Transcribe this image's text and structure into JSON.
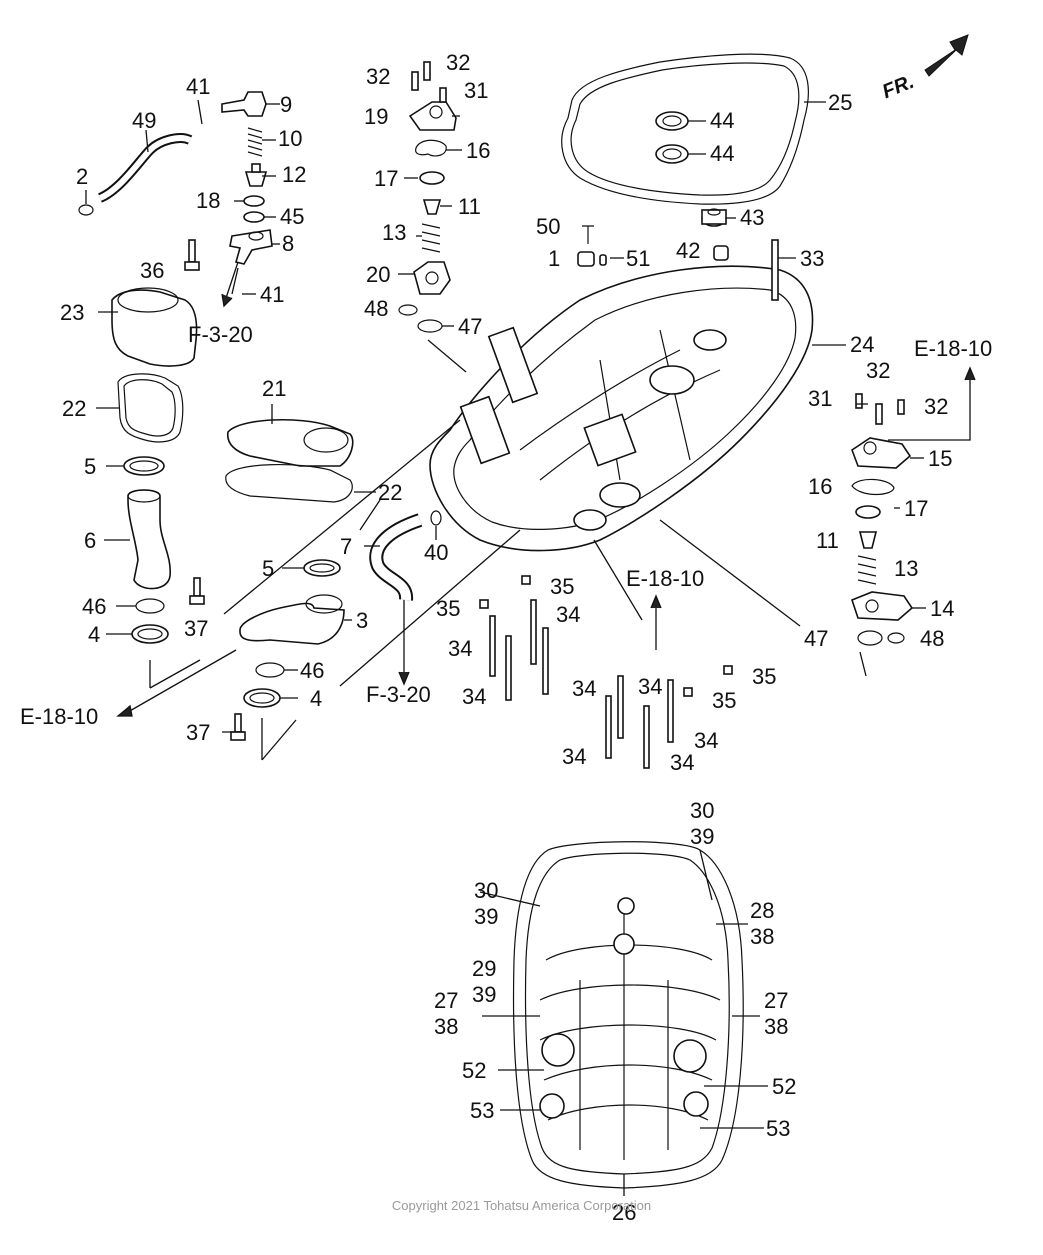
{
  "orientation_mark": "FR.",
  "refs": {
    "e18_10_right": "E-18-10",
    "e18_10_left": "E-18-10",
    "e18_10_center": "E-18-10",
    "f3_20_left": "F-3-20",
    "f3_20_center": "F-3-20"
  },
  "callouts": {
    "p41a": "41",
    "p9": "9",
    "p49": "49",
    "p10": "10",
    "p2": "2",
    "p12": "12",
    "p18": "18",
    "p45": "45",
    "p8": "8",
    "p36": "36",
    "p41b": "41",
    "p23": "23",
    "p22a": "22",
    "p5a": "5",
    "p6": "6",
    "p46a": "46",
    "p4a": "4",
    "p37a": "37",
    "p21": "21",
    "p22b": "22",
    "p5b": "5",
    "p3": "3",
    "p46b": "46",
    "p4b": "4",
    "p37b": "37",
    "p7": "7",
    "p40": "40",
    "p32a": "32",
    "p32b": "32",
    "p31a": "31",
    "p19": "19",
    "p16a": "16",
    "p17a": "17",
    "p11a": "11",
    "p13a": "13",
    "p20": "20",
    "p48a": "48",
    "p47a": "47",
    "p25": "25",
    "p44a": "44",
    "p44b": "44",
    "p43": "43",
    "p50": "50",
    "p1": "1",
    "p51": "51",
    "p42": "42",
    "p33": "33",
    "p24": "24",
    "p31b": "31",
    "p32c": "32",
    "p32d": "32",
    "p15": "15",
    "p16b": "16",
    "p17b": "17",
    "p11b": "11",
    "p13b": "13",
    "p14": "14",
    "p47b": "47",
    "p48b": "48",
    "p35a": "35",
    "p35b": "35",
    "p34a": "34",
    "p34b": "34",
    "p34c": "34",
    "p34d": "34",
    "p34e": "34",
    "p35c": "35",
    "p35d": "35",
    "p34f": "34",
    "p34g": "34",
    "p34h": "34",
    "p30a": "30",
    "p39a": "39",
    "p30b": "30",
    "p39b": "39",
    "p28": "28",
    "p38a": "38",
    "p29": "29",
    "p39c": "39",
    "p27a": "27",
    "p38b": "38",
    "p27b": "27",
    "p38c": "38",
    "p52a": "52",
    "p52b": "52",
    "p53a": "53",
    "p53b": "53",
    "p26": "26"
  },
  "copyright": "Copyright 2021 Tohatsu America Corporation"
}
